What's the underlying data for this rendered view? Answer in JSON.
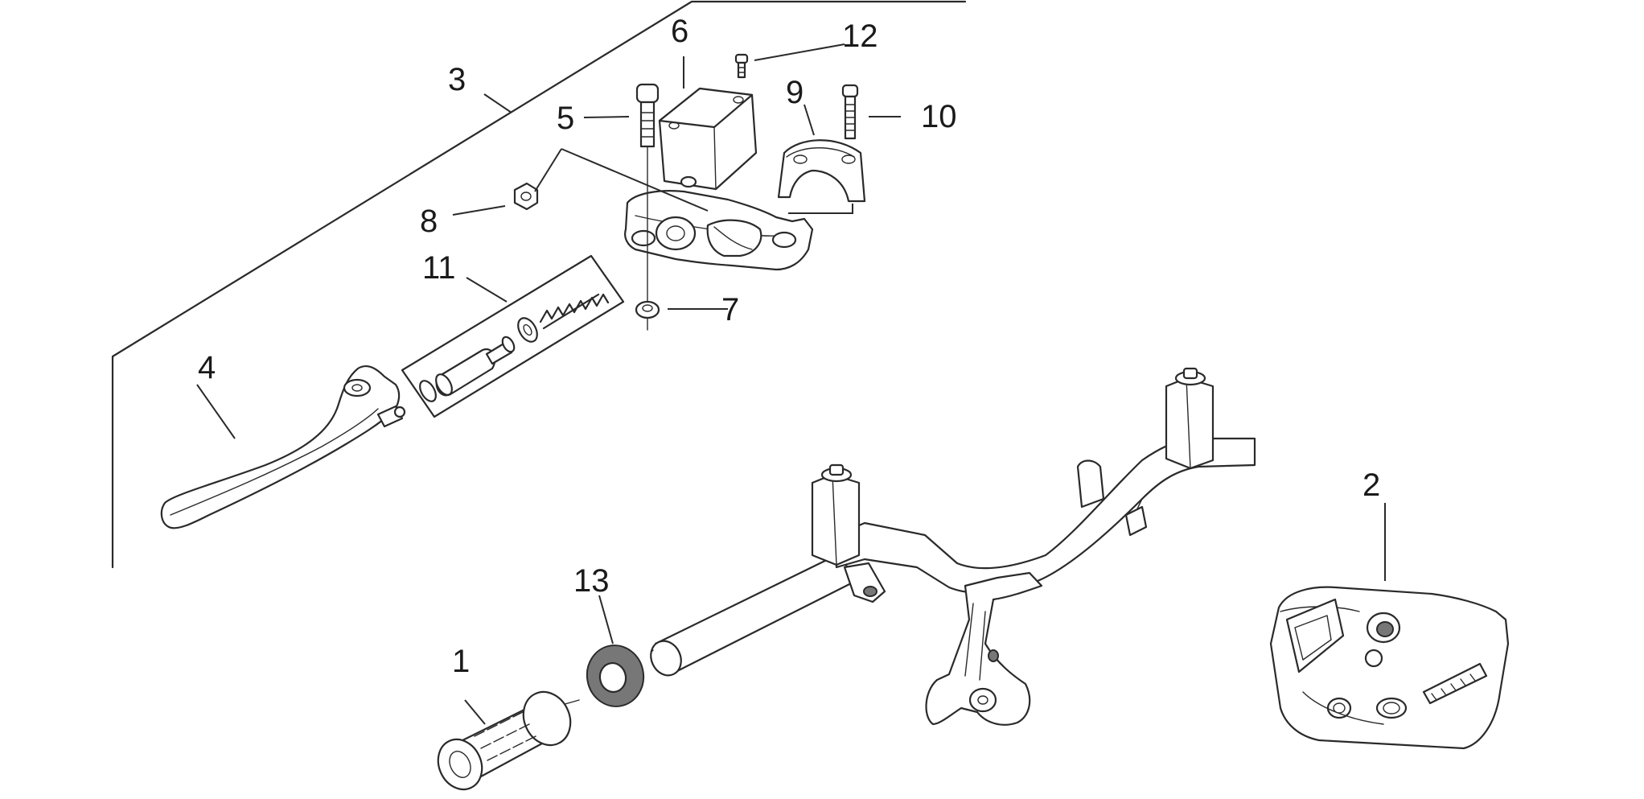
{
  "callouts": {
    "c1": "1",
    "c2": "2",
    "c3": "3",
    "c4": "4",
    "c5": "5",
    "c6": "6",
    "c7": "7",
    "c8": "8",
    "c9": "9",
    "c10": "10",
    "c11": "11",
    "c12": "12",
    "c13": "13"
  },
  "icons": {
    "handle-grip": "handle-grip-icon",
    "control-unit": "control-unit-icon",
    "master-cylinder-assembly": "master-cylinder-icon",
    "brake-lever": "brake-lever-icon",
    "handlebar": "handlebar-icon"
  }
}
